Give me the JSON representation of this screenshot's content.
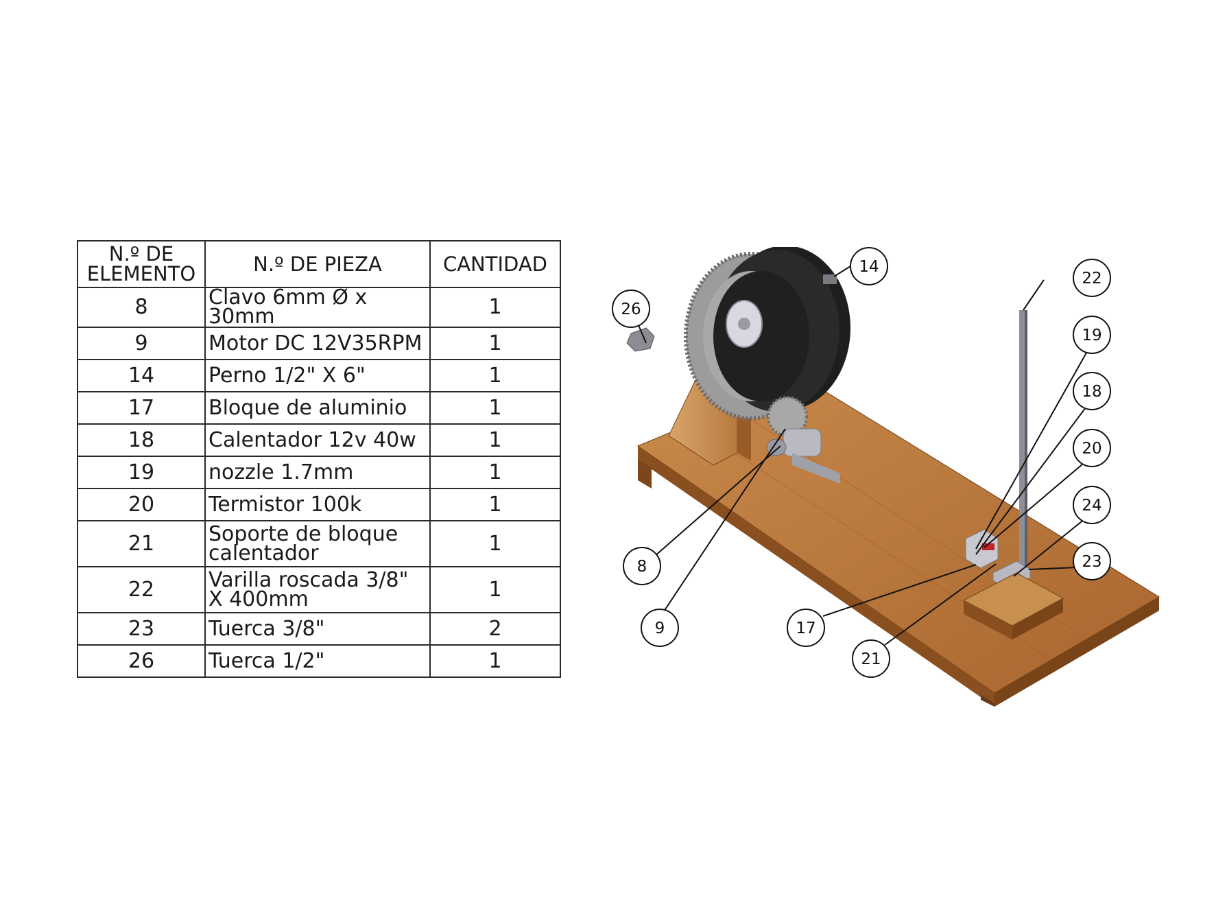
{
  "table": {
    "headers": [
      "N.º DE ELEMENTO",
      "N.º DE PIEZA",
      "CANTIDAD"
    ],
    "header_lines": [
      [
        "N.º DE",
        "ELEMENTO"
      ],
      [
        "N.º DE PIEZA"
      ],
      [
        "CANTIDAD"
      ]
    ],
    "rows": [
      {
        "item": "8",
        "part_lines": [
          "Clavo 6mm Ø x 30mm"
        ],
        "qty": "1"
      },
      {
        "item": "9",
        "part_lines": [
          "Motor  DC 12V35RPM"
        ],
        "qty": "1"
      },
      {
        "item": "14",
        "part_lines": [
          "Perno 1/2\" X 6\""
        ],
        "qty": "1"
      },
      {
        "item": "17",
        "part_lines": [
          "Bloque de aluminio"
        ],
        "qty": "1"
      },
      {
        "item": "18",
        "part_lines": [
          "Calentador 12v 40w"
        ],
        "qty": "1"
      },
      {
        "item": "19",
        "part_lines": [
          "nozzle 1.7mm"
        ],
        "qty": "1"
      },
      {
        "item": "20",
        "part_lines": [
          "Termistor 100k"
        ],
        "qty": "1"
      },
      {
        "item": "21",
        "part_lines": [
          "Soporte de bloque",
          "calentador"
        ],
        "qty": "1"
      },
      {
        "item": "22",
        "part_lines": [
          "Varilla roscada 3/8\"",
          "X 400mm"
        ],
        "qty": "1"
      },
      {
        "item": "23",
        "part_lines": [
          "Tuerca 3/8\""
        ],
        "qty": "2"
      },
      {
        "item": "26",
        "part_lines": [
          "Tuerca 1/2\""
        ],
        "qty": "1"
      }
    ]
  },
  "diagram": {
    "callouts": [
      "14",
      "26",
      "22",
      "19",
      "18",
      "20",
      "24",
      "23",
      "8",
      "9",
      "17",
      "21"
    ],
    "colors": {
      "wood_top": "#b8743a",
      "wood_front": "#8a4f1f",
      "wood_light": "#d39a5c",
      "gear": "#9a9a9a",
      "disc": "#1c1c1c",
      "metal": "#b9b9c2",
      "heater": "#c0262a"
    }
  }
}
